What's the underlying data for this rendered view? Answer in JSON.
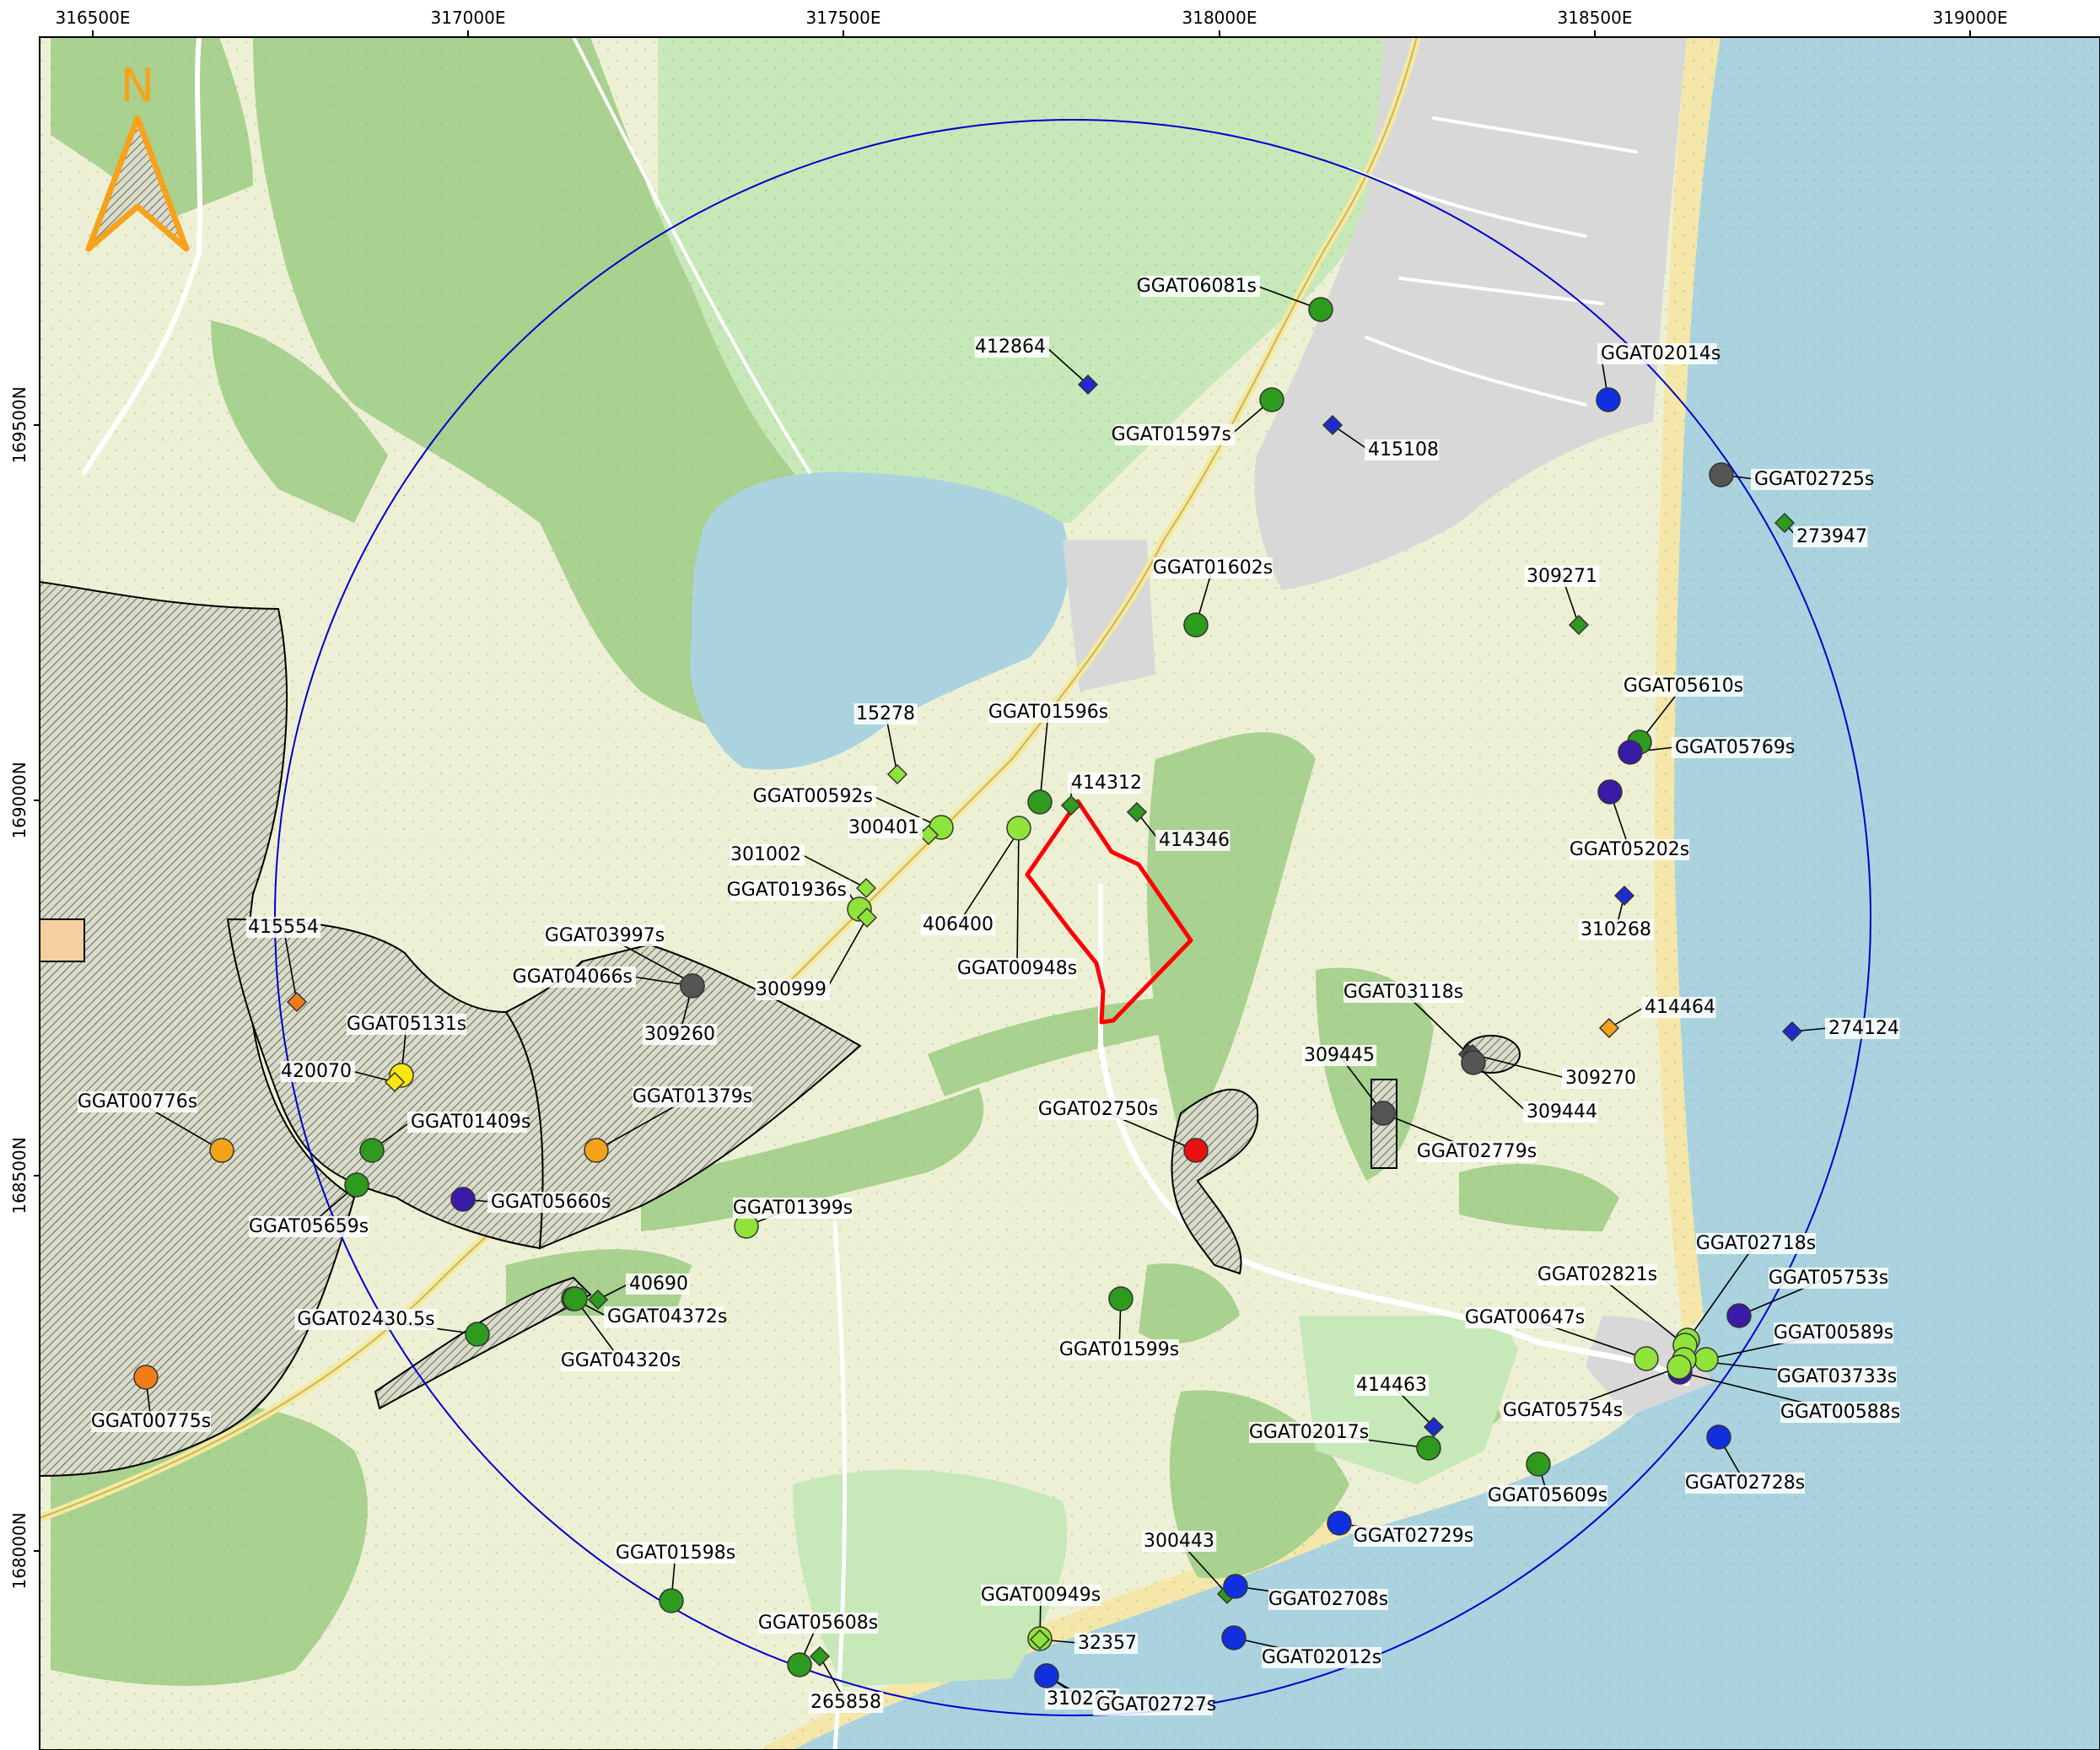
{
  "colors": {
    "land": "#eef0d6",
    "woodland": "#a9d18f",
    "park": "#c7e8b8",
    "water": "#aad3df",
    "beach": "#f4e7a9",
    "built": "#d8d8d8",
    "site_boundary": "#ff0000",
    "search_radius": "#0000cc",
    "north_arrow": "#f7a21b"
  },
  "north_arrow": {
    "label": "N"
  },
  "axes": {
    "x_ticks": [
      "316500E",
      "317000E",
      "317500E",
      "318000E",
      "318500E",
      "319000E"
    ],
    "y_ticks": [
      "169500N",
      "169000N",
      "168500N",
      "168000N"
    ]
  },
  "features": [
    {
      "id": "GGAT06081s",
      "shape": "circle",
      "color": "#2e9a1e"
    },
    {
      "id": "412864",
      "shape": "diamond",
      "color": "#1f2ccc"
    },
    {
      "id": "GGAT02014s",
      "shape": "circle",
      "color": "#1030e0"
    },
    {
      "id": "GGAT01597s",
      "shape": "circle",
      "color": "#2e9a1e"
    },
    {
      "id": "415108",
      "shape": "diamond",
      "color": "#1f2ccc"
    },
    {
      "id": "GGAT02725s",
      "shape": "circle",
      "color": "#555555"
    },
    {
      "id": "273947",
      "shape": "diamond",
      "color": "#2e9a1e"
    },
    {
      "id": "309271",
      "shape": "diamond",
      "color": "#2e9a1e"
    },
    {
      "id": "GGAT01602s",
      "shape": "circle",
      "color": "#2e9a1e"
    },
    {
      "id": "GGAT05610s",
      "shape": "circle",
      "color": "#2e9a1e"
    },
    {
      "id": "GGAT05769s",
      "shape": "circle",
      "color": "#3a1aa8"
    },
    {
      "id": "15278",
      "shape": "diamond",
      "color": "#8fe33a"
    },
    {
      "id": "GGAT01596s",
      "shape": "circle",
      "color": "#2e9a1e"
    },
    {
      "id": "414312",
      "shape": "diamond",
      "color": "#2e9a1e"
    },
    {
      "id": "414346",
      "shape": "diamond",
      "color": "#2e9a1e"
    },
    {
      "id": "GGAT00592s",
      "shape": "circle",
      "color": "#8fe33a"
    },
    {
      "id": "300401",
      "shape": "diamond",
      "color": "#8fe33a"
    },
    {
      "id": "301002",
      "shape": "diamond",
      "color": "#8fe33a"
    },
    {
      "id": "GGAT01936s",
      "shape": "circle",
      "color": "#8fe33a"
    },
    {
      "id": "300999",
      "shape": "diamond",
      "color": "#8fe33a"
    },
    {
      "id": "406400",
      "shape": "diamond",
      "color": "#8fe33a"
    },
    {
      "id": "GGAT00948s",
      "shape": "circle",
      "color": "#8fe33a"
    },
    {
      "id": "GGAT05202s",
      "shape": "circle",
      "color": "#3a1aa8"
    },
    {
      "id": "310268",
      "shape": "diamond",
      "color": "#1f2ccc"
    },
    {
      "id": "415554",
      "shape": "diamond",
      "color": "#f07c1a"
    },
    {
      "id": "GGAT03997s",
      "shape": "diamond",
      "color": "#555555"
    },
    {
      "id": "GGAT04066s",
      "shape": "circle",
      "color": "#555555"
    },
    {
      "id": "309260",
      "shape": "circle",
      "color": "#555555"
    },
    {
      "id": "GGAT03118s",
      "shape": "diamond",
      "color": "#555555"
    },
    {
      "id": "414464",
      "shape": "diamond",
      "color": "#f2a31a"
    },
    {
      "id": "274124",
      "shape": "diamond",
      "color": "#1f2ccc"
    },
    {
      "id": "GGAT05131s",
      "shape": "circle",
      "color": "#f5e614"
    },
    {
      "id": "420070",
      "shape": "diamond",
      "color": "#f5e614"
    },
    {
      "id": "309445",
      "shape": "circle",
      "color": "#555555"
    },
    {
      "id": "309270",
      "shape": "diamond",
      "color": "#555555"
    },
    {
      "id": "309444",
      "shape": "circle",
      "color": "#555555"
    },
    {
      "id": "GGAT00776s",
      "shape": "circle",
      "color": "#f2a31a"
    },
    {
      "id": "GGAT01409s",
      "shape": "circle",
      "color": "#2e9a1e"
    },
    {
      "id": "GGAT01379s",
      "shape": "circle",
      "color": "#f2a31a"
    },
    {
      "id": "GGAT02750s",
      "shape": "circle",
      "color": "#e81010"
    },
    {
      "id": "GGAT02779s",
      "shape": "circle",
      "color": "#555555"
    },
    {
      "id": "GGAT05659s",
      "shape": "circle",
      "color": "#2e9a1e"
    },
    {
      "id": "GGAT05660s",
      "shape": "circle",
      "color": "#3a1aa8"
    },
    {
      "id": "GGAT01399s",
      "shape": "circle",
      "color": "#8fe33a"
    },
    {
      "id": "40690",
      "shape": "diamond",
      "color": "#2e9a1e"
    },
    {
      "id": "GGAT04372s",
      "shape": "circle",
      "color": "#2e9a1e"
    },
    {
      "id": "GGAT02430.5s",
      "shape": "circle",
      "color": "#2e9a1e"
    },
    {
      "id": "GGAT04320s",
      "shape": "circle",
      "color": "#2e9a1e"
    },
    {
      "id": "GGAT01599s",
      "shape": "circle",
      "color": "#2e9a1e"
    },
    {
      "id": "GGAT02718s",
      "shape": "circle",
      "color": "#8fe33a"
    },
    {
      "id": "GGAT02821s",
      "shape": "circle",
      "color": "#8fe33a"
    },
    {
      "id": "GGAT05753s",
      "shape": "circle",
      "color": "#3a1aa8"
    },
    {
      "id": "GGAT00647s",
      "shape": "circle",
      "color": "#8fe33a"
    },
    {
      "id": "GGAT00589s",
      "shape": "circle",
      "color": "#8fe33a"
    },
    {
      "id": "GGAT03733s",
      "shape": "circle",
      "color": "#8fe33a"
    },
    {
      "id": "GGAT00588s",
      "shape": "circle",
      "color": "#3a1aa8"
    },
    {
      "id": "GGAT05754s",
      "shape": "circle",
      "color": "#8fe33a"
    },
    {
      "id": "GGAT00775s",
      "shape": "circle",
      "color": "#f07c1a"
    },
    {
      "id": "414463",
      "shape": "diamond",
      "color": "#1f2ccc"
    },
    {
      "id": "GGAT02017s",
      "shape": "circle",
      "color": "#2e9a1e"
    },
    {
      "id": "GGAT05609s",
      "shape": "circle",
      "color": "#2e9a1e"
    },
    {
      "id": "GGAT02728s",
      "shape": "circle",
      "color": "#1030e0"
    },
    {
      "id": "GGAT02729s",
      "shape": "circle",
      "color": "#1030e0"
    },
    {
      "id": "GGAT01598s",
      "shape": "circle",
      "color": "#2e9a1e"
    },
    {
      "id": "300443",
      "shape": "diamond",
      "color": "#2e9a1e"
    },
    {
      "id": "GGAT02708s",
      "shape": "circle",
      "color": "#1030e0"
    },
    {
      "id": "GGAT00949s",
      "shape": "circle",
      "color": "#8fe33a"
    },
    {
      "id": "32357",
      "shape": "diamond",
      "color": "#8fe33a"
    },
    {
      "id": "GGAT02012s",
      "shape": "circle",
      "color": "#1030e0"
    },
    {
      "id": "GGAT05608s",
      "shape": "circle",
      "color": "#2e9a1e"
    },
    {
      "id": "265858",
      "shape": "diamond",
      "color": "#2e9a1e"
    },
    {
      "id": "310267",
      "shape": "circle",
      "color": "#1030e0"
    },
    {
      "id": "GGAT02727s",
      "shape": "circle",
      "color": "#1030e0"
    }
  ]
}
